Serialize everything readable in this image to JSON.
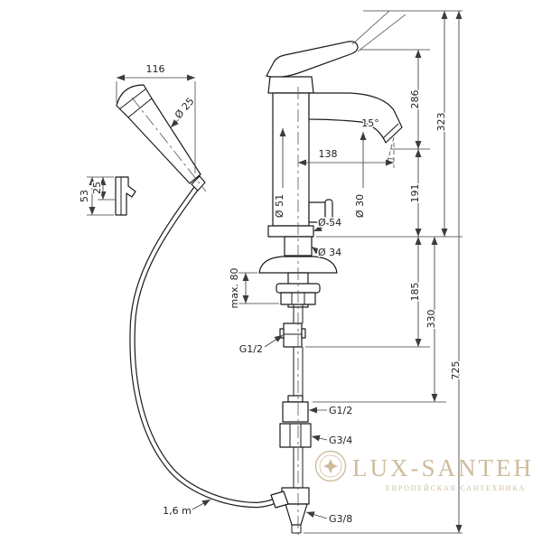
{
  "drawing": {
    "type": "technical-dimension-drawing",
    "subject": "single-lever basin mixer with hand shower and 1.6 m hose",
    "colors": {
      "line": "#1b1b1b",
      "dimension": "#3c3c3c",
      "watermark": "#c6b18e",
      "background": "#ffffff"
    },
    "labels": {
      "width_116": "116",
      "dia_25": "Ø 25",
      "h_53": "53",
      "h_25": "25",
      "reach_138": "138",
      "dia_51": "Ø 51",
      "dia_30": "Ø 30",
      "angle_15": "15°",
      "dia_54": "Ø 54",
      "dia_34": "Ø 34",
      "max_80": "max. 80",
      "h_286": "286",
      "h_191": "191",
      "h_323": "323",
      "h_185": "185",
      "h_330": "330",
      "h_725": "725",
      "thread_shower": "G1/2",
      "thread_mid": "G1/2",
      "thread_34": "G3/4",
      "thread_38": "G3/8",
      "hose_length": "1,6 m"
    }
  },
  "watermark": {
    "title": "LUX-SANTEH",
    "subtitle": "ЕВРОПЕЙСКАЯ САНТЕХНИКА"
  }
}
